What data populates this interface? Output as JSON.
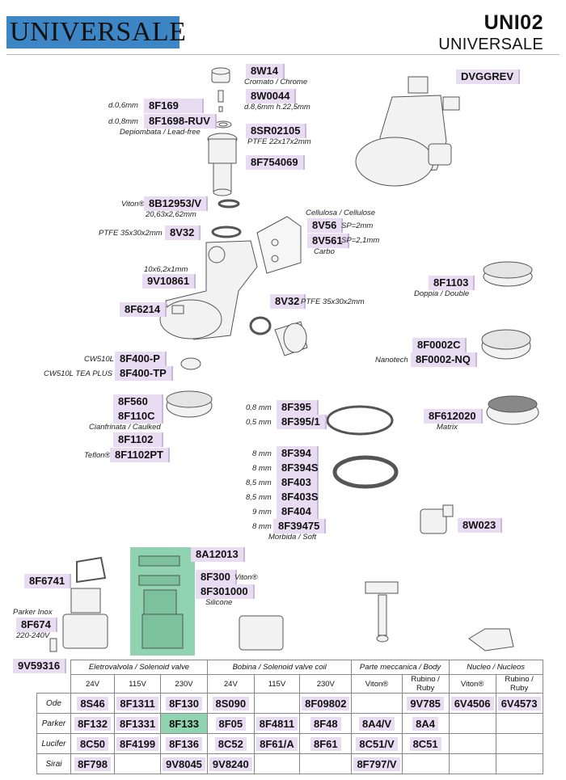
{
  "header": {
    "brand": "UNIVERSALE",
    "code": "UNI02",
    "subtitle": "UNIVERSALE"
  },
  "parts": {
    "p8W14": {
      "code": "8W14",
      "note": "Cromato / Chrome"
    },
    "p8W0044": {
      "code": "8W0044",
      "note": "d.8,6mm h.22,5mm"
    },
    "p8F169": {
      "code": "8F169",
      "note": "d.0,6mm"
    },
    "p8F1698": {
      "code": "8F1698-RUV",
      "note": "d.0,8mm",
      "note2": "Depiombata / Lead-free"
    },
    "p8SR02105": {
      "code": "8SR02105",
      "note": "PTFE 22x17x2mm"
    },
    "p8F754069": {
      "code": "8F754069"
    },
    "pDVGGREV": {
      "code": "DVGGREV"
    },
    "p8B12953": {
      "code": "8B12953/V",
      "note": "Viton®",
      "note2": "20,63x2,62mm"
    },
    "p8V32a": {
      "code": "8V32",
      "note": "PTFE 35x30x2mm"
    },
    "p8V56": {
      "code": "8V56",
      "note": "SP=2mm",
      "head": "Cellulosa / Cellulose"
    },
    "p8V561": {
      "code": "8V561",
      "note": "SP=2,1mm",
      "note2": "Carbo"
    },
    "p9V10861": {
      "code": "9V10861",
      "note": "10x6,2x1mm"
    },
    "p8F1103": {
      "code": "8F1103",
      "note": "Doppia / Double"
    },
    "p8F6214": {
      "code": "8F6214"
    },
    "p8V32b": {
      "code": "8V32",
      "note": "PTFE 35x30x2mm"
    },
    "p8F0002C": {
      "code": "8F0002C"
    },
    "p8F0002NQ": {
      "code": "8F0002-NQ",
      "note": "Nanotech"
    },
    "p8F400P": {
      "code": "8F400-P",
      "note": "CW510L"
    },
    "p8F400TP": {
      "code": "8F400-TP",
      "note": "CW510L TEA PLUS"
    },
    "p8F560": {
      "code": "8F560"
    },
    "p8F110C": {
      "code": "8F110C",
      "note": "Cianfrinata / Caulked"
    },
    "p8F1102": {
      "code": "8F1102"
    },
    "p8F1102PT": {
      "code": "8F1102PT",
      "note": "Teflon®"
    },
    "p8F395": {
      "code": "8F395",
      "note": "0,8 mm"
    },
    "p8F3951": {
      "code": "8F395/1",
      "note": "0,5 mm"
    },
    "p8F612020": {
      "code": "8F612020",
      "note": "Matrix"
    },
    "p8F394": {
      "code": "8F394",
      "note": "8 mm"
    },
    "p8F394S": {
      "code": "8F394S",
      "note": "8 mm"
    },
    "p8F403": {
      "code": "8F403",
      "note": "8,5 mm"
    },
    "p8F403S": {
      "code": "8F403S",
      "note": "8,5 mm"
    },
    "p8F404": {
      "code": "8F404",
      "note": "9 mm"
    },
    "p8F39475": {
      "code": "8F39475",
      "note": "8 mm",
      "note2": "Morbida / Soft"
    },
    "p8W023": {
      "code": "8W023"
    },
    "p8A12013": {
      "code": "8A12013"
    },
    "p8F6741": {
      "code": "8F6741"
    },
    "p8F300": {
      "code": "8F300",
      "note": "Viton®"
    },
    "p8F301000": {
      "code": "8F301000",
      "note": "Silicone"
    },
    "p8F674": {
      "code": "8F674",
      "note": "Parker Inox",
      "note2": "220-240V"
    },
    "p9V59316": {
      "code": "9V59316"
    }
  },
  "table": {
    "groups": [
      "Eletrovalvola / Solenoid valve",
      "Bobina / Solenoid valve coil",
      "Parte meccanica / Body",
      "Nucleo / Nucleos"
    ],
    "subheads": [
      "24V",
      "115V",
      "230V",
      "24V",
      "115V",
      "230V",
      "Viton®",
      "Rubino / Ruby",
      "Viton®",
      "Rubino / Ruby"
    ],
    "rows": [
      {
        "label": "Ode",
        "cells": [
          "8S46",
          "8F1311",
          "8F130",
          "8S090",
          "",
          "8F09802",
          "",
          "9V785",
          "6V4506",
          "6V4573"
        ]
      },
      {
        "label": "Parker",
        "cells": [
          "8F132",
          "8F1331",
          "8F133",
          "8F05",
          "8F4811",
          "8F48",
          "8A4/V",
          "8A4",
          "",
          ""
        ]
      },
      {
        "label": "Lucifer",
        "cells": [
          "8C50",
          "8F4199",
          "8F136",
          "8C52",
          "8F61/A",
          "8F61",
          "8C51/V",
          "8C51",
          "",
          ""
        ]
      },
      {
        "label": "Sirai",
        "cells": [
          "8F798",
          "",
          "9V8045",
          "9V8240",
          "",
          "",
          "8F797/V",
          "",
          "",
          ""
        ]
      }
    ]
  },
  "colors": {
    "brand_bg": "#3d86c6",
    "tag_bg": "#e8dcf2",
    "highlight": "#8fd3b0"
  }
}
